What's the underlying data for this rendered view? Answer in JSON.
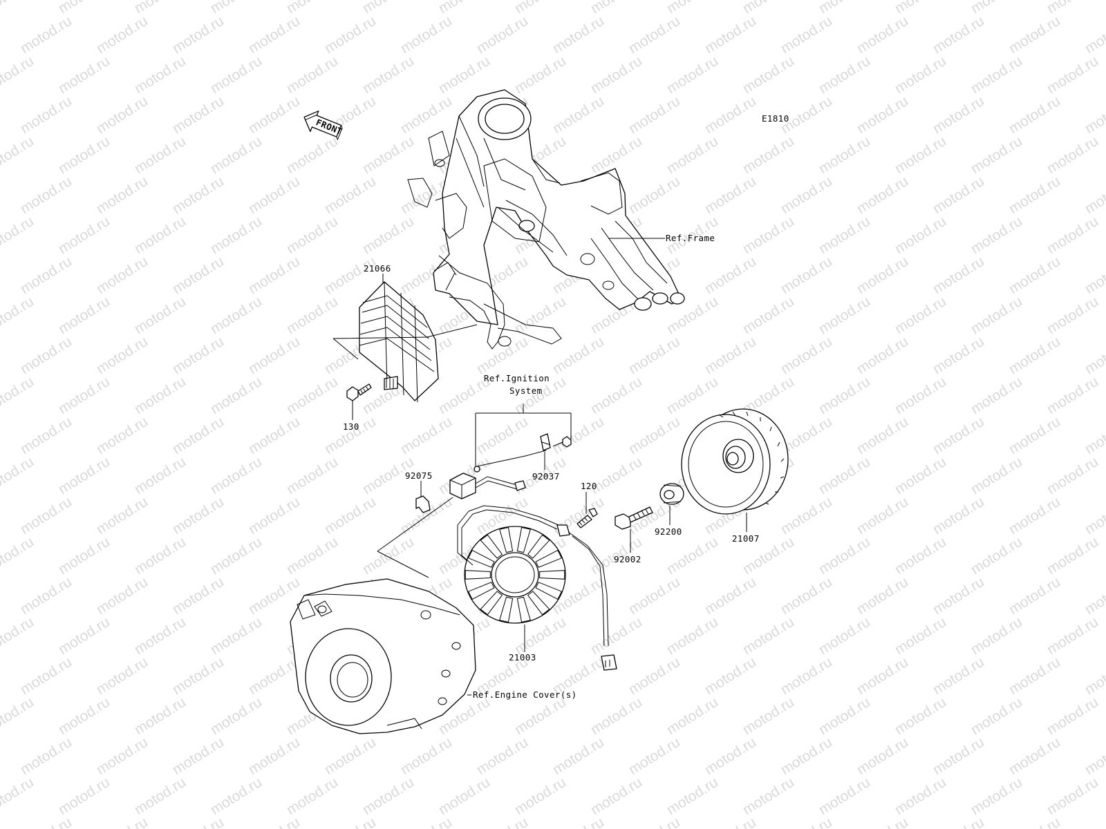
{
  "diagram_code": "E1810",
  "front_label": "FRONT",
  "watermark": "motod.ru",
  "colors": {
    "line": "#000000",
    "background": "#ffffff",
    "watermark": "#d9d9d9"
  },
  "callouts": {
    "ref_frame": "Ref.Frame",
    "ref_ignition_line1": "Ref.Ignition",
    "ref_ignition_line2": "System",
    "ref_engine_cover": "Ref.Engine Cover(s)",
    "p21066": "21066",
    "p130": "130",
    "p92075": "92075",
    "p92037": "92037",
    "p120": "120",
    "p92002": "92002",
    "p92200": "92200",
    "p21007": "21007",
    "p21003": "21003"
  }
}
